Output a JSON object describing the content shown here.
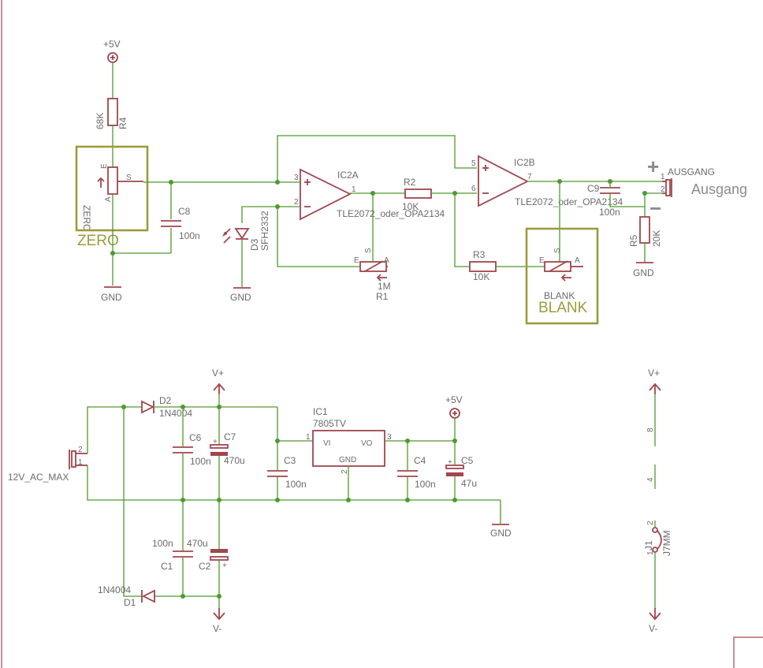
{
  "supply": {
    "plus5v_top": "+5V",
    "plus5v_reg": "+5V",
    "vplus_left": "V+",
    "vminus_left": "V-",
    "vplus_right": "V+",
    "vminus_right": "V-"
  },
  "gnd": {
    "zero": "GND",
    "d3": "GND",
    "r5": "GND",
    "reg": "GND"
  },
  "r4": {
    "name": "R4",
    "value": "68K"
  },
  "zero_pot": {
    "label": "ZERO",
    "box_label": "ZERO",
    "pin_e": "E",
    "pin_s": "S",
    "pin_a": "A"
  },
  "c8": {
    "name": "C8",
    "value": "100n"
  },
  "d3": {
    "name": "D3",
    "value": "SFH2332"
  },
  "ic2a": {
    "name": "IC2A",
    "value": "TLE2072_oder_OPA2134",
    "pin_in_plus": "3",
    "pin_in_minus": "2",
    "pin_out": "1"
  },
  "r2": {
    "name": "R2",
    "value": "10K"
  },
  "r1": {
    "name": "R1",
    "value": "1M",
    "pin_e": "E",
    "pin_s": "S",
    "pin_a": "A"
  },
  "ic2b": {
    "name": "IC2B",
    "value": "TLE2072_oder_OPA2134",
    "pin_in_plus": "5",
    "pin_in_minus": "6",
    "pin_out": "7"
  },
  "r3": {
    "name": "R3",
    "value": "10K"
  },
  "blank_pot": {
    "label": "BLANK",
    "box_label": "BLANK",
    "pin_e": "E",
    "pin_s": "S",
    "pin_a": "A"
  },
  "c9": {
    "name": "C9",
    "value": "100n"
  },
  "r5": {
    "name": "R5",
    "value": "20K"
  },
  "ausgang": {
    "name": "AUSGANG",
    "label": "Ausgang",
    "plus": "+",
    "minus": "−",
    "pin1": "1",
    "pin2": "2"
  },
  "power_in": {
    "name": "12V_AC_MAX",
    "pin1": "1",
    "pin2": "2"
  },
  "d2": {
    "name": "D2",
    "value": "1N4004"
  },
  "d1": {
    "name": "D1",
    "value": "1N4004"
  },
  "c6": {
    "name": "C6",
    "value": "100n"
  },
  "c7": {
    "name": "C7",
    "value": "470u"
  },
  "c1": {
    "name": "C1",
    "value": "100n"
  },
  "c2": {
    "name": "C2",
    "value": "470u"
  },
  "c3": {
    "name": "C3",
    "value": "100n"
  },
  "ic1": {
    "name": "IC1",
    "value": "7805TV",
    "pin_vi": "VI",
    "pin_vo": "VO",
    "pin_gnd": "GND",
    "n1": "1",
    "n2": "2",
    "n3": "3"
  },
  "c4": {
    "name": "C4",
    "value": "100n"
  },
  "c5": {
    "name": "C5",
    "value": "47u"
  },
  "j1": {
    "name": "J1",
    "value": "J7MM",
    "pin8": "8",
    "pin4": "4",
    "pin2": "2",
    "pin1": "1"
  }
}
